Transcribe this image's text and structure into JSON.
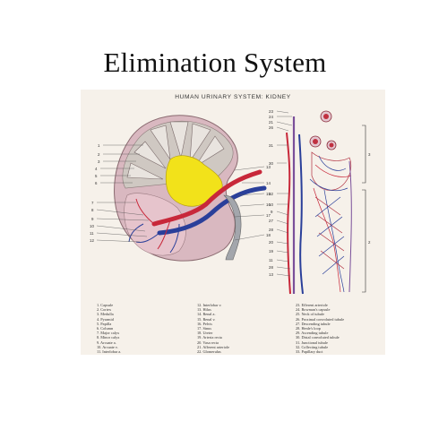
{
  "title": "Elimination System",
  "plate": {
    "subtitle": "HUMAN URINARY SYSTEM: KIDNEY",
    "kidney_numbers": [
      "1",
      "2",
      "3",
      "4",
      "5",
      "6",
      "7",
      "8",
      "9",
      "10",
      "11",
      "12",
      "13",
      "14",
      "15",
      "16",
      "17",
      "18"
    ],
    "nephron_numbers": [
      "23",
      "24",
      "21",
      "26",
      "31",
      "30",
      "32",
      "10",
      "9",
      "27",
      "28",
      "20",
      "19",
      "11",
      "28",
      "13"
    ],
    "brackets": [
      "3",
      "2"
    ],
    "legend": [
      [
        "1. Capsule",
        "2. Cortex",
        "3. Medulla",
        "4. Pyramid",
        "5. Papilla",
        "6. Column",
        "7. Major calyx",
        "8. Minor calyx",
        "9. Arcuate a.",
        "10. Arcuate v.",
        "11. Interlobar a."
      ],
      [
        "12. Interlobar v.",
        "13. Hilus",
        "14. Renal a.",
        "15. Renal v.",
        "16. Pelvis",
        "17. Sinus",
        "18. Ureter",
        "19. Arteria recta",
        "20. Vasa recta",
        "21. Afferent arteriole",
        "22. Glomerulus"
      ],
      [
        "23. Efferent arteriole",
        "24. Bowman's capsule",
        "25. Neck of tubule",
        "26. Proximal convoluted tubule",
        "27. Descending tubule",
        "28. Henle's loop",
        "29. Ascending tubule",
        "30. Distal convoluted tubule",
        "31. Junctional tubule",
        "32. Collecting tubule",
        "33. Papillary duct"
      ]
    ]
  }
}
